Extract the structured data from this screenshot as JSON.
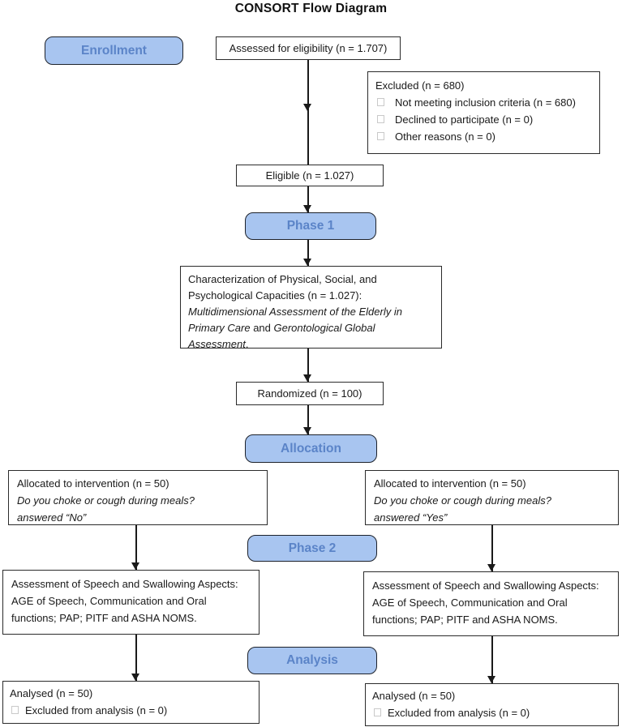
{
  "title": "CONSORT Flow Diagram",
  "colors": {
    "pill_fill": "#A8C5F0",
    "pill_text": "#5B84C8",
    "pill_border": "#1D222B",
    "box_border": "#2B2B2B",
    "arrow": "#1A1A1A"
  },
  "stage_labels": {
    "enrollment": "Enrollment",
    "phase1": "Phase 1",
    "allocation": "Allocation",
    "phase2": "Phase 2",
    "analysis": "Analysis"
  },
  "enrollment": {
    "assessed": "Assessed for eligibility (n = 1.707)",
    "excluded": {
      "heading": "Excluded (n = 680)",
      "items": [
        "Not meeting inclusion criteria (n = 680)",
        "Declined to participate (n = 0)",
        "Other reasons (n = 0)"
      ]
    },
    "eligible": "Eligible (n = 1.027)"
  },
  "phase1": {
    "characterization": {
      "regular": "Characterization of Physical, Social, and Psychological Capacities (n = 1.027): ",
      "italic1": "Multidimensional Assessment of the Elderly in Primary Care",
      "conjunction": " and ",
      "italic2": "Gerontological Global Assessment",
      "period": "."
    },
    "randomized": "Randomized (n = 100)"
  },
  "allocation": {
    "left": {
      "line1": "Allocated to intervention (n = 50)",
      "line2": "Do you choke or cough during meals?",
      "line3_prefix": "answered ",
      "line3_answer": "“No”"
    },
    "right": {
      "line1": "Allocated to intervention (n = 50)",
      "line2": "Do you choke or cough during meals?",
      "line3_prefix": "answered ",
      "line3_answer": "“Yes”"
    }
  },
  "phase2": {
    "assessment_left": "Assessment of Speech and Swallowing Aspects: AGE of Speech, Communication and Oral functions; PAP; PITF and ASHA NOMS.",
    "assessment_right": "Assessment of Speech and Swallowing Aspects: AGE of Speech, Communication and Oral functions; PAP; PITF and ASHA NOMS."
  },
  "analysis": {
    "left": {
      "analysed": "Analysed (n = 50)",
      "excluded_item": "Excluded from analysis (n = 0)"
    },
    "right": {
      "analysed": "Analysed (n = 50)",
      "excluded_item": "Excluded from analysis (n = 0)"
    }
  }
}
